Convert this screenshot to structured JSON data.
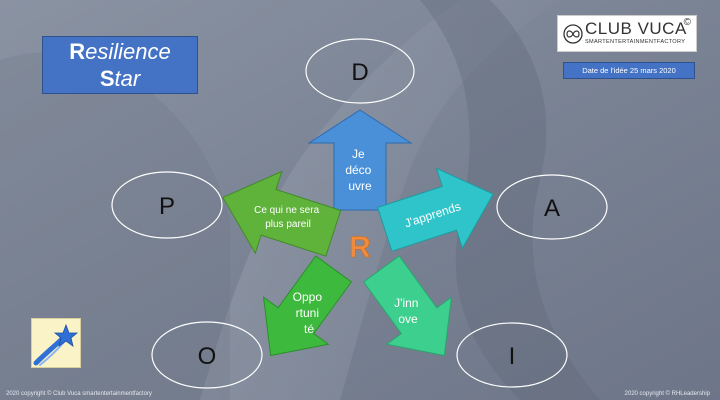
{
  "title": {
    "line1_initial": "R",
    "line1_rest": "esilience",
    "line2_initial": "S",
    "line2_rest": "tar"
  },
  "logo": {
    "name": "CLUB VUCA",
    "copyright_mark": "©",
    "subtitle": "SMARTENTERTAINMENTFACTORY",
    "icon": "infinity-circle-icon"
  },
  "date_label": "Date de l'idée 25 mars 2020",
  "center_letter": "R",
  "ovals": {
    "top": "D",
    "right": "A",
    "bottom_right": "I",
    "bottom_left": "O",
    "left": "P"
  },
  "arrows": {
    "up": {
      "lines": [
        "Je",
        "déco",
        "uvre"
      ],
      "color": "#4a90d9"
    },
    "right": {
      "lines": [
        "J'apprends"
      ],
      "color": "#2ec4c9"
    },
    "down_right": {
      "lines": [
        "J'inn",
        "ove"
      ],
      "color": "#3ccf8e"
    },
    "down_left": {
      "lines": [
        "Oppo",
        "rtuni",
        "té"
      ],
      "color": "#3dba3d"
    },
    "left": {
      "lines": [
        "Ce qui ne sera",
        "plus pareil"
      ],
      "color": "#5fb33a"
    }
  },
  "colors": {
    "center_letter": "#f08a3c",
    "title_box": "#4472c4",
    "background": "#7c8596"
  },
  "footer": {
    "left": "2020 copyright © Club Vuca smartentertainmentfactory",
    "right": "2020 copyright © RHLeadership"
  },
  "star_icon": "shooting-star-icon"
}
